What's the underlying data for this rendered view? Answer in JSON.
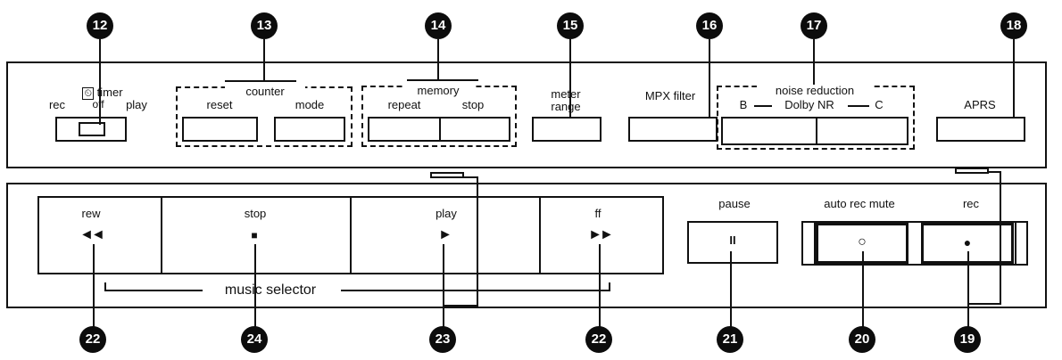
{
  "callouts": {
    "c12": "12",
    "c13": "13",
    "c14": "14",
    "c15": "15",
    "c16": "16",
    "c17": "17",
    "c18": "18",
    "c19": "19",
    "c20": "20",
    "c21": "21",
    "c22a": "22",
    "c22b": "22",
    "c23": "23",
    "c24": "24"
  },
  "timer": {
    "icon": "⏲",
    "title": "timer",
    "rec": "rec",
    "off": "off",
    "play": "play"
  },
  "counter": {
    "title": "counter",
    "reset": "reset",
    "mode": "mode"
  },
  "memory": {
    "title": "memory",
    "repeat": "repeat",
    "stop": "stop"
  },
  "meter": {
    "line1": "meter",
    "line2": "range"
  },
  "mpx": {
    "label": "MPX filter"
  },
  "noise": {
    "title": "noise reduction",
    "b": "B",
    "dolby": "Dolby NR",
    "c": "C"
  },
  "aprs": {
    "label": "APRS"
  },
  "transport": {
    "rew": "rew",
    "rew_symbol": "◄◄",
    "stop": "stop",
    "stop_symbol": "■",
    "play": "play",
    "play_symbol": "►",
    "ff": "ff",
    "ff_symbol": "►►"
  },
  "music_selector": "music selector",
  "pause": {
    "label": "pause",
    "symbol": "II"
  },
  "auto_rec_mute": {
    "label": "auto rec mute",
    "symbol": "○"
  },
  "rec": {
    "label": "rec",
    "symbol": "●"
  }
}
